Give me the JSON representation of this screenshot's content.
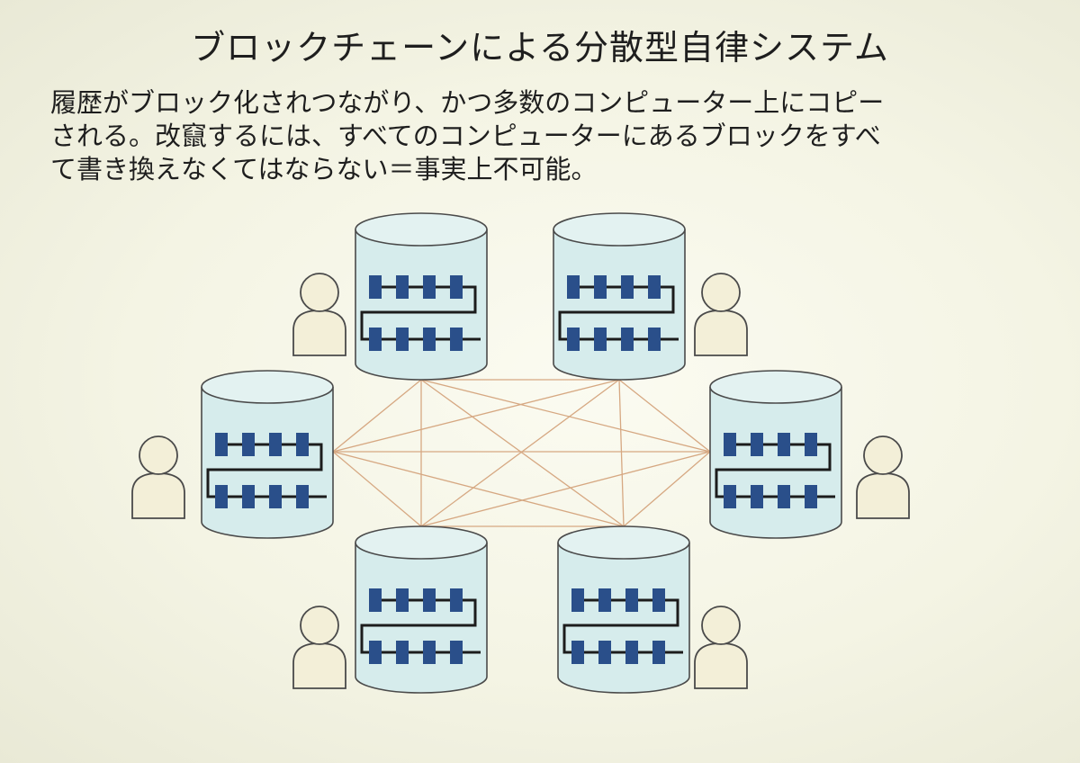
{
  "slide": {
    "title": "ブロックチェーンによる分散型自律システム",
    "body_lines": [
      "履歴がブロック化されつながり、かつ多数のコンピューター上にコピー",
      "される。改竄するには、すべてのコンピューターにあるブロックをすべ",
      "て書き換えなくてはならない＝事実上不可能。"
    ]
  },
  "diagram": {
    "node_count": 6,
    "nodes": [
      {
        "id": "top-left",
        "user_side": "left"
      },
      {
        "id": "top-right",
        "user_side": "right"
      },
      {
        "id": "middle-left",
        "user_side": "left"
      },
      {
        "id": "middle-right",
        "user_side": "right"
      },
      {
        "id": "bottom-left",
        "user_side": "left"
      },
      {
        "id": "bottom-right",
        "user_side": "right"
      }
    ],
    "connection": "full-mesh",
    "colors": {
      "database_fill": "#d6ecec",
      "database_top": "#e3f2f1",
      "database_stroke": "#4a4a4a",
      "block": "#2a4f8a",
      "chain_line": "#1c1c1c",
      "mesh_line": "#d6a882",
      "user_fill": "#f3efd8",
      "user_stroke": "#4a4a4a"
    },
    "icons": [
      "database-icon",
      "block-chain-icon",
      "user-icon"
    ]
  }
}
